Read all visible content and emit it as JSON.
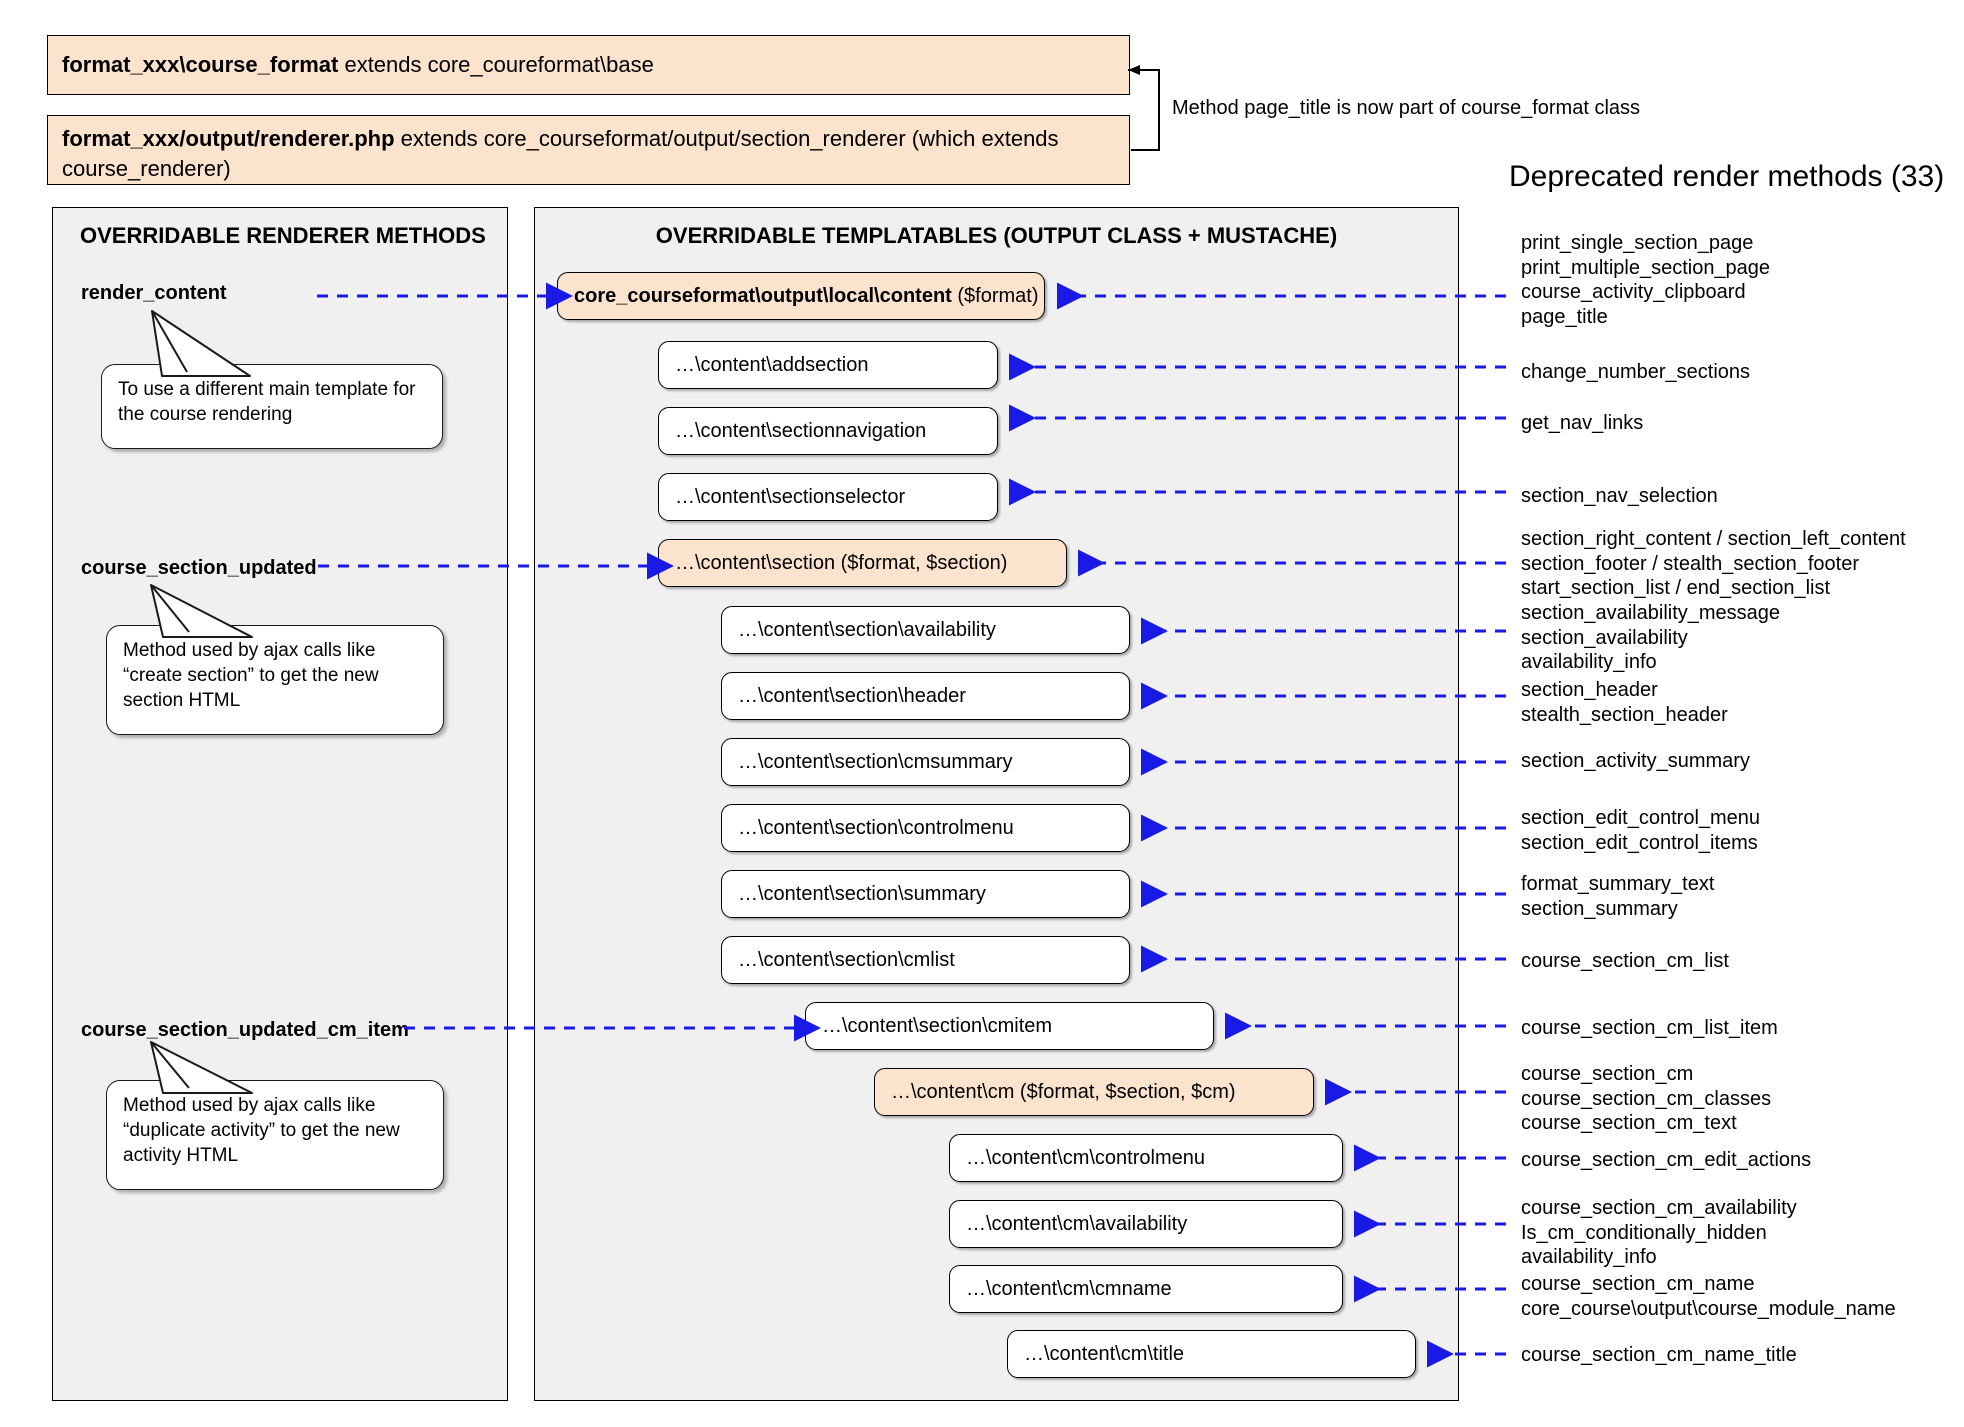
{
  "header": {
    "class_box_1_bold": "format_xxx\\course_format",
    "class_box_1_rest": " extends core_coureformat\\base",
    "class_box_2_bold": "format_xxx/output/renderer.php",
    "class_box_2_rest": " extends core_courseformat/output/section_renderer (which extends course_renderer)",
    "bracket_note": "Method page_title is now part of course_format class",
    "deprecated_title": "Deprecated render methods (33)"
  },
  "left_panel": {
    "title": "OVERRIDABLE RENDERER METHODS",
    "methods": [
      {
        "label": "render_content"
      },
      {
        "label": "course_section_updated"
      },
      {
        "label": "course_section_updated_cm_item"
      }
    ],
    "callouts": [
      {
        "text": "To use a different main template for the course rendering"
      },
      {
        "text": "Method used by ajax calls like “create section” to get the new section HTML"
      },
      {
        "text": "Method used by ajax calls like “duplicate activity” to get the new activity HTML"
      }
    ]
  },
  "center_panel": {
    "title": "OVERRIDABLE TEMPLATABLES (OUTPUT CLASS + MUSTACHE)",
    "boxes": [
      {
        "bold": "core_courseformat\\output\\local\\content",
        "rest": " ($format)",
        "accent": true
      },
      {
        "bold": "",
        "rest": "…\\content\\addsection",
        "accent": false
      },
      {
        "bold": "",
        "rest": "…\\content\\sectionnavigation",
        "accent": false
      },
      {
        "bold": "",
        "rest": "…\\content\\sectionselector",
        "accent": false
      },
      {
        "bold": "",
        "rest": "…\\content\\section ($format, $section)",
        "accent": true
      },
      {
        "bold": "",
        "rest": "…\\content\\section\\availability",
        "accent": false
      },
      {
        "bold": "",
        "rest": "…\\content\\section\\header",
        "accent": false
      },
      {
        "bold": "",
        "rest": "…\\content\\section\\cmsummary",
        "accent": false
      },
      {
        "bold": "",
        "rest": "…\\content\\section\\controlmenu",
        "accent": false
      },
      {
        "bold": "",
        "rest": "…\\content\\section\\summary",
        "accent": false
      },
      {
        "bold": "",
        "rest": "…\\content\\section\\cmlist",
        "accent": false
      },
      {
        "bold": "",
        "rest": "…\\content\\section\\cmitem",
        "accent": false
      },
      {
        "bold": "",
        "rest": "…\\content\\cm ($format, $section, $cm)",
        "accent": true
      },
      {
        "bold": "",
        "rest": "…\\content\\cm\\controlmenu",
        "accent": false
      },
      {
        "bold": "",
        "rest": "…\\content\\cm\\availability",
        "accent": false
      },
      {
        "bold": "",
        "rest": "…\\content\\cm\\cmname",
        "accent": false
      },
      {
        "bold": "",
        "rest": "…\\content\\cm\\title",
        "accent": false
      }
    ]
  },
  "deprecated_groups": [
    {
      "lines": [
        "print_single_section_page",
        "print_multiple_section_page",
        "course_activity_clipboard",
        "page_title"
      ]
    },
    {
      "lines": [
        "change_number_sections"
      ]
    },
    {
      "lines": [
        "get_nav_links"
      ]
    },
    {
      "lines": [
        "section_nav_selection"
      ]
    },
    {
      "lines": [
        "section_right_content / section_left_content",
        "section_footer / stealth_section_footer",
        "start_section_list / end_section_list"
      ]
    },
    {
      "lines": [
        "section_availability_message",
        "section_availability",
        "availability_info"
      ]
    },
    {
      "lines": [
        "section_header",
        "stealth_section_header"
      ]
    },
    {
      "lines": [
        "section_activity_summary"
      ]
    },
    {
      "lines": [
        "section_edit_control_menu",
        "section_edit_control_items"
      ]
    },
    {
      "lines": [
        "format_summary_text",
        "section_summary"
      ]
    },
    {
      "lines": [
        "course_section_cm_list"
      ]
    },
    {
      "lines": [
        "course_section_cm_list_item"
      ]
    },
    {
      "lines": [
        "course_section_cm",
        "course_section_cm_classes",
        "course_section_cm_text"
      ]
    },
    {
      "lines": [
        "course_section_cm_edit_actions"
      ]
    },
    {
      "lines": [
        "course_section_cm_availability",
        "Is_cm_conditionally_hidden",
        "availability_info"
      ]
    },
    {
      "lines": [
        "course_section_cm_name",
        "core_course\\output\\course_module_name"
      ]
    },
    {
      "lines": [
        "course_section_cm_name_title"
      ]
    }
  ],
  "colors": {
    "accent_fill": "#fce3cd",
    "panel_fill": "#f0f0f0",
    "arrow": "#1a1ae6",
    "stroke": "#000000"
  }
}
